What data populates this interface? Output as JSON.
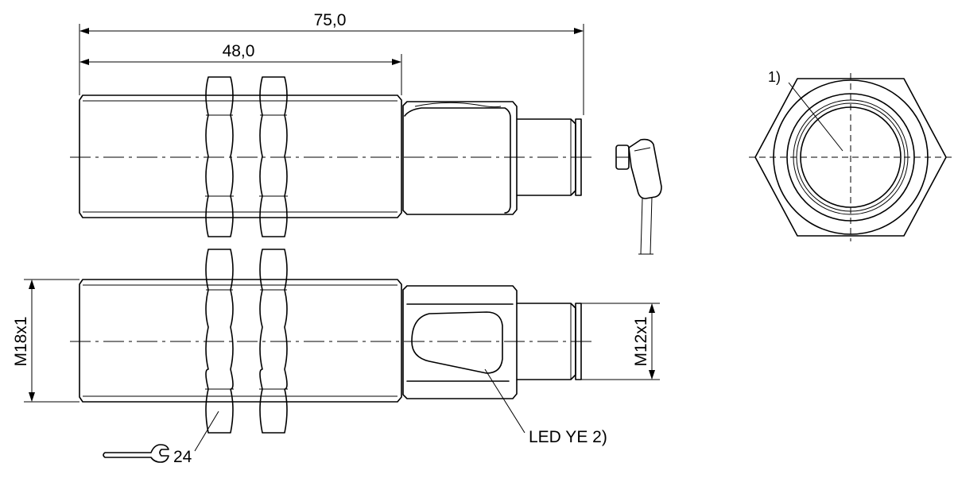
{
  "dimensions": {
    "overall_length": "75,0",
    "thread_length": "48,0",
    "housing_thread": "M18x1",
    "connector_thread": "M12x1"
  },
  "annotations": {
    "wrench_size": "24",
    "led_label": "LED YE 2)",
    "note_1": "1)"
  }
}
